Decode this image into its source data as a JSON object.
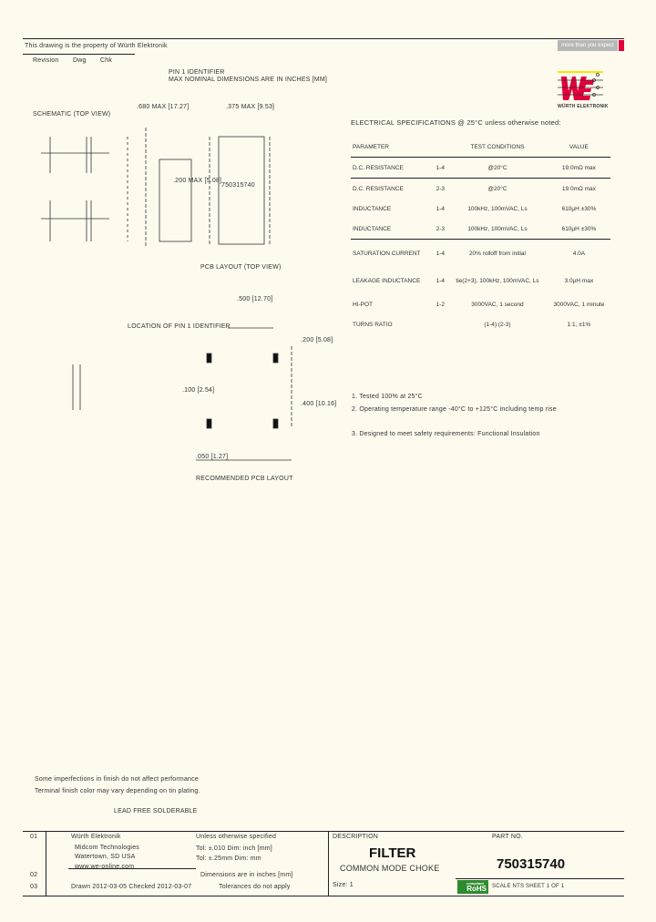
{
  "header": {
    "title_line": "This drawing is the property of Würth Elektronik",
    "sub_labels": [
      "Revision",
      "Dwg",
      "Chk"
    ],
    "badge": "more than you expect",
    "notes_top": [
      "PIN 1 IDENTIFIER",
      "MAX NOMINAL DIMENSIONS ARE IN INCHES [MM]"
    ],
    "logo_text": "WÜRTH ELEKTRONIK"
  },
  "drawing": {
    "labels": [
      ".680 MAX [17.27]",
      ".375 MAX [9.53]",
      "SCHEMATIC (TOP VIEW)",
      ".200 MAX [5.08]",
      "750315740",
      "RECOMMENDED PCB LAYOUT",
      ".500 [12.70]",
      "LOCATION OF PIN 1 IDENTIFIER",
      ".200 [5.08]",
      ".400 [10.16]",
      ".100 [2.54]",
      ".050 [1.27]",
      "PCB LAYOUT (TOP VIEW)"
    ]
  },
  "spec": {
    "title": "ELECTRICAL SPECIFICATIONS @ 25°C unless otherwise noted:",
    "headers": [
      "PARAMETER",
      "TEST CONDITIONS",
      "VALUE"
    ],
    "rows": [
      [
        "D.C. RESISTANCE",
        "1-4",
        "@20°C",
        "19.0mΩ max"
      ],
      [
        "D.C. RESISTANCE",
        "2-3",
        "@20°C",
        "19.0mΩ max"
      ],
      [
        "INDUCTANCE",
        "1-4",
        "100kHz, 100mVAC, Ls",
        "610µH ±30%"
      ],
      [
        "INDUCTANCE",
        "2-3",
        "100kHz, 100mVAC, Ls",
        "610µH ±30%"
      ],
      [
        "SATURATION CURRENT",
        "1-4",
        "20% rolloff from initial",
        "4.0A"
      ],
      [
        "LEAKAGE INDUCTANCE",
        "1-4",
        "tie(2+3), 100kHz, 100mVAC, Ls",
        "3.0µH max"
      ],
      [
        "HI-POT",
        "1-2",
        "3000VAC, 1 second",
        "3000VAC, 1 minute"
      ],
      [
        "TURNS RATIO",
        "",
        "(1-4):(2-3)",
        "1:1, ±1%"
      ]
    ],
    "notes": [
      "1. Tested 100% at 25°C",
      "2. Operating temperature range -40°C to +125°C including temp rise",
      "3. Designed to meet safety requirements: Functional Insulation"
    ]
  },
  "bottom_notes": [
    "Some imperfections in finish do not affect performance",
    "Terminal finish color may vary depending on tin plating."
  ],
  "bottom_caption": "LEAD FREE SOLDERABLE",
  "title_block": {
    "rev_col": [
      "01",
      "02",
      "03"
    ],
    "designer": "Würth Elektronik",
    "address": [
      "Midcom Technologies",
      "Watertown, SD USA"
    ],
    "web": "www.we-online.com",
    "dates": "Drawn 2012-03-05    Checked 2012-03-07",
    "tolerance": [
      "Unless otherwise specified",
      "Tol: ±.010   Dim: inch [mm]",
      "Tol: ±.25mm   Dim: mm"
    ],
    "finish": [
      "Dimensions are in inches [mm]",
      "Tolerances do not apply"
    ],
    "desc_label": "DESCRIPTION",
    "product_type": "FILTER",
    "description": "COMMON MODE CHOKE",
    "size_label": "Size: 1",
    "part_label": "PART NO.",
    "part_number": "750315740",
    "rohs": "RoHS",
    "rohs_top": "compliant",
    "sheet": "SCALE NTS   SHEET 1 OF 1"
  },
  "colors": {
    "background": "#fefaee",
    "brand_red": "#e1003c",
    "logo_yellow": "#f5e600"
  }
}
